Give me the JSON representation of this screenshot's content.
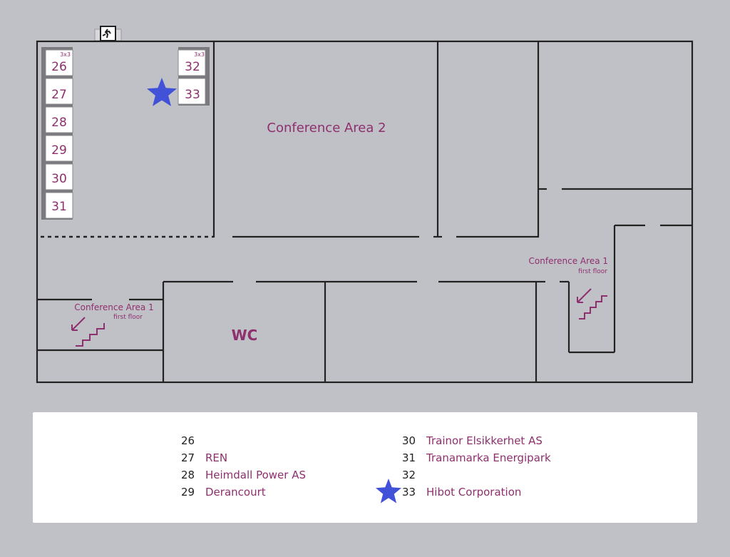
{
  "rooms": {
    "conference_area_2": "Conference Area 2",
    "wc": "WC",
    "stairs_left": {
      "label": "Conference Area 1",
      "sublabel": "first floor"
    },
    "stairs_right": {
      "label": "Conference Area 1",
      "sublabel": "first floor"
    }
  },
  "booth_size_label": "3x3",
  "booths": [
    {
      "number": "26"
    },
    {
      "number": "27"
    },
    {
      "number": "28"
    },
    {
      "number": "29"
    },
    {
      "number": "30"
    },
    {
      "number": "31"
    },
    {
      "number": "32"
    },
    {
      "number": "33"
    }
  ],
  "highlight": {
    "booth": "33",
    "icon": "star-icon",
    "color": "#4252d8"
  },
  "legend": {
    "left": [
      {
        "number": "26",
        "name": ""
      },
      {
        "number": "27",
        "name": "REN"
      },
      {
        "number": "28",
        "name": "Heimdall Power AS"
      },
      {
        "number": "29",
        "name": "Derancourt"
      }
    ],
    "right": [
      {
        "number": "30",
        "name": "Trainor Elsikkerhet AS"
      },
      {
        "number": "31",
        "name": "Tranamarka Energipark"
      },
      {
        "number": "32",
        "name": ""
      },
      {
        "number": "33",
        "name": "Hibot Corporation"
      }
    ]
  },
  "colors": {
    "accent": "#8e2f6e",
    "walls": "#222222",
    "background": "#c0c1c6",
    "star": "#4252d8"
  }
}
